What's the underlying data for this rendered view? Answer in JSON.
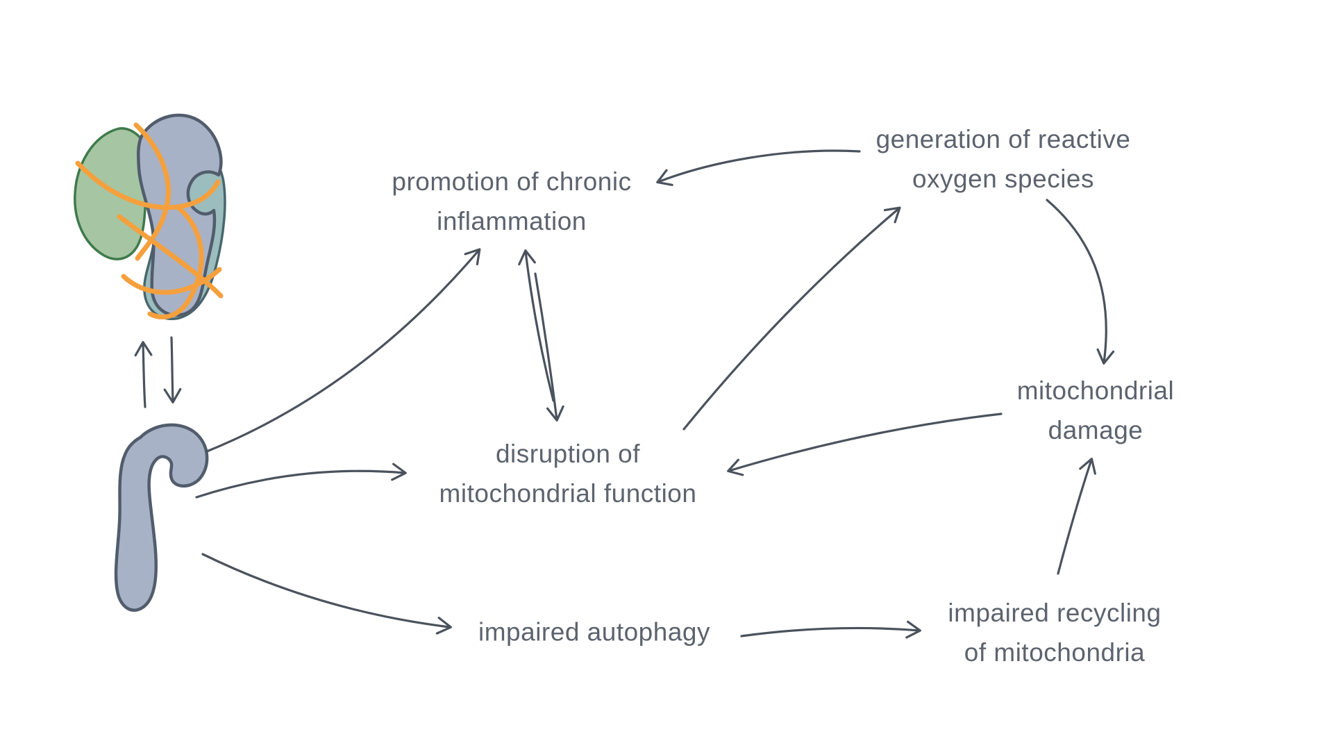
{
  "colors": {
    "background": "#FFFFFF",
    "text": "#5C636E",
    "arrow": "#4A525D",
    "blob_green_fill": "#A6C5A2",
    "blob_green_stroke": "#3E7A4B",
    "blob_blue_fill": "#A8B2C6",
    "blob_blue_stroke": "#515C6C",
    "blob_teal_fill": "#92B7B7",
    "blob_teal_stroke": "#48666C",
    "accent_orange": "#F5A03D"
  },
  "illustration": {
    "cluster_name": "cell-organelle-cluster",
    "mitochondrion_name": "mitochondrion-blob"
  },
  "nodes": [
    {
      "id": "inflammation",
      "lines": [
        "promotion of chronic",
        "inflammation"
      ]
    },
    {
      "id": "ros",
      "lines": [
        "generation of reactive",
        "oxygen species"
      ]
    },
    {
      "id": "damage",
      "lines": [
        "mitochondrial",
        "damage"
      ]
    },
    {
      "id": "disruption",
      "lines": [
        "disruption of",
        "mitochondrial function"
      ]
    },
    {
      "id": "autophagy",
      "lines": [
        "impaired autophagy"
      ]
    },
    {
      "id": "recycling",
      "lines": [
        "impaired recycling",
        "of mitochondria"
      ]
    }
  ],
  "edges": [
    {
      "from": "cell-organelle-cluster",
      "to": "mitochondrion",
      "bidirectional": true
    },
    {
      "from": "mitochondrion",
      "to": "promotion of chronic inflammation"
    },
    {
      "from": "mitochondrion",
      "to": "disruption of mitochondrial function"
    },
    {
      "from": "mitochondrion",
      "to": "impaired autophagy"
    },
    {
      "from": "disruption of mitochondrial function",
      "to": "promotion of chronic inflammation"
    },
    {
      "from": "promotion of chronic inflammation",
      "to": "disruption of mitochondrial function"
    },
    {
      "from": "disruption of mitochondrial function",
      "to": "generation of reactive oxygen species"
    },
    {
      "from": "generation of reactive oxygen species",
      "to": "promotion of chronic inflammation"
    },
    {
      "from": "generation of reactive oxygen species",
      "to": "mitochondrial damage"
    },
    {
      "from": "mitochondrial damage",
      "to": "disruption of mitochondrial function"
    },
    {
      "from": "impaired autophagy",
      "to": "impaired recycling of mitochondria"
    },
    {
      "from": "impaired recycling of mitochondria",
      "to": "mitochondrial damage"
    }
  ]
}
